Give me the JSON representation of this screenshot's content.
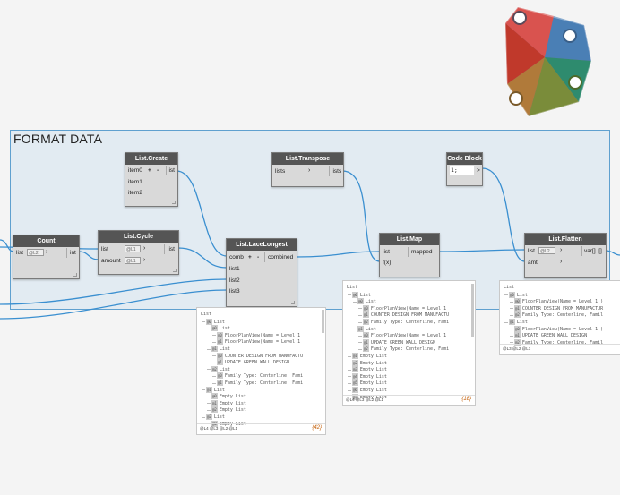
{
  "group": {
    "title": "FORMAT DATA"
  },
  "nodes": {
    "count": {
      "title": "Count",
      "in": [
        "list"
      ],
      "in_level": "@L2",
      "out": "int"
    },
    "list_create": {
      "title": "List.Create",
      "in": [
        "item0",
        "item1",
        "item2"
      ],
      "plus": "+",
      "minus": "-",
      "out": "list"
    },
    "list_cycle": {
      "title": "List.Cycle",
      "in": [
        "list",
        "amount"
      ],
      "levels": [
        "@L1",
        "@L1"
      ],
      "out": "list"
    },
    "lace_longest": {
      "title": "List.LaceLongest",
      "in": [
        "comb",
        "list1",
        "list2",
        "list3"
      ],
      "plus": "+",
      "minus": "-",
      "out": "combined"
    },
    "transpose": {
      "title": "List.Transpose",
      "in": [
        "lists"
      ],
      "out": "lists"
    },
    "list_map": {
      "title": "List.Map",
      "in": [
        "list",
        "f(x)"
      ],
      "out": "mapped"
    },
    "code_block": {
      "title": "Code Block",
      "code": "1;",
      "out": ">"
    },
    "flatten": {
      "title": "List.Flatten",
      "in": [
        "list",
        "amt"
      ],
      "in_level": "@L2",
      "out": "var[]..[]"
    }
  },
  "previews": {
    "lace": {
      "lines": [
        {
          "indent": 0,
          "text": "List"
        },
        {
          "indent": 1,
          "idx": "0",
          "text": "List"
        },
        {
          "indent": 2,
          "idx": "0",
          "text": "List"
        },
        {
          "indent": 3,
          "idx": "0",
          "text": "FloorPlanView(Name = Level 1"
        },
        {
          "indent": 3,
          "idx": "1",
          "text": "FloorPlanView(Name = Level 1"
        },
        {
          "indent": 2,
          "idx": "1",
          "text": "List"
        },
        {
          "indent": 3,
          "idx": "0",
          "text": "COUNTER DESIGN FROM MANUFACTU"
        },
        {
          "indent": 3,
          "idx": "1",
          "text": "UPDATE GREEN WALL DESIGN"
        },
        {
          "indent": 2,
          "idx": "2",
          "text": "List"
        },
        {
          "indent": 3,
          "idx": "0",
          "text": "Family Type: Centerline, Fami"
        },
        {
          "indent": 3,
          "idx": "1",
          "text": "Family Type: Centerline, Fami"
        },
        {
          "indent": 1,
          "idx": "1",
          "text": "List"
        },
        {
          "indent": 2,
          "idx": "0",
          "text": "Empty List"
        },
        {
          "indent": 2,
          "idx": "1",
          "text": "Empty List"
        },
        {
          "indent": 2,
          "idx": "2",
          "text": "Empty List"
        },
        {
          "indent": 1,
          "idx": "2",
          "text": "List"
        },
        {
          "indent": 2,
          "idx": "0",
          "text": "Empty List"
        }
      ],
      "levels": "@L4 @L3 @L2 @L1",
      "count": "{42}"
    },
    "map": {
      "lines": [
        {
          "indent": 0,
          "text": "List"
        },
        {
          "indent": 1,
          "idx": "0",
          "text": "List"
        },
        {
          "indent": 2,
          "idx": "0",
          "text": "List"
        },
        {
          "indent": 3,
          "idx": "0",
          "text": "FloorPlanView(Name = Level 1"
        },
        {
          "indent": 3,
          "idx": "1",
          "text": "COUNTER DESIGN FROM MANUFACTU"
        },
        {
          "indent": 3,
          "idx": "2",
          "text": "Family Type: Centerline, Fami"
        },
        {
          "indent": 2,
          "idx": "1",
          "text": "List"
        },
        {
          "indent": 3,
          "idx": "0",
          "text": "FloorPlanView(Name = Level 1"
        },
        {
          "indent": 3,
          "idx": "1",
          "text": "UPDATE GREEN WALL DESIGN"
        },
        {
          "indent": 3,
          "idx": "2",
          "text": "Family Type: Centerline, Fami"
        },
        {
          "indent": 1,
          "idx": "1",
          "text": "Empty List"
        },
        {
          "indent": 1,
          "idx": "2",
          "text": "Empty List"
        },
        {
          "indent": 1,
          "idx": "3",
          "text": "Empty List"
        },
        {
          "indent": 1,
          "idx": "4",
          "text": "Empty List"
        },
        {
          "indent": 1,
          "idx": "5",
          "text": "Empty List"
        },
        {
          "indent": 1,
          "idx": "6",
          "text": "Empty List"
        },
        {
          "indent": 1,
          "idx": "7",
          "text": "Empty List"
        }
      ],
      "levels": "@L4 @L3 @L2 @L1",
      "count": "{18}"
    },
    "flatten": {
      "lines": [
        {
          "indent": 0,
          "text": "List"
        },
        {
          "indent": 1,
          "idx": "0",
          "text": "List"
        },
        {
          "indent": 2,
          "idx": "0",
          "text": "FloorPlanView(Name = Level 1 )"
        },
        {
          "indent": 2,
          "idx": "1",
          "text": "COUNTER DESIGN FROM MANUFACTUR"
        },
        {
          "indent": 2,
          "idx": "2",
          "text": "Family Type: Centerline, Famil"
        },
        {
          "indent": 1,
          "idx": "1",
          "text": "List"
        },
        {
          "indent": 2,
          "idx": "0",
          "text": "FloorPlanView(Name = Level 1 )"
        },
        {
          "indent": 2,
          "idx": "1",
          "text": "UPDATE GREEN WALL DESIGN"
        },
        {
          "indent": 2,
          "idx": "2",
          "text": "Family Type: Centerline, Famil"
        }
      ],
      "levels": "@L3 @L2 @L1",
      "count": ""
    }
  },
  "colors": {
    "wire": "#3a8fd0",
    "group_border": "#5fa0cf",
    "node_header": "#555555"
  },
  "logo": {
    "icon": "dynamo-logo"
  }
}
